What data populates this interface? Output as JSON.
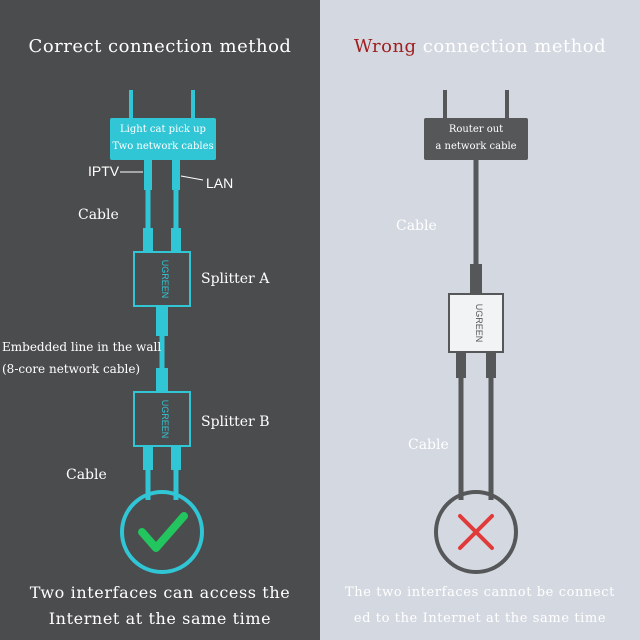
{
  "left": {
    "title": "Correct connection method",
    "router_box": {
      "line1": "Light cat pick up",
      "line2": "Two network cables"
    },
    "port_label_left": "IPTV",
    "port_label_right": "LAN",
    "cable_top": "Cable",
    "splitter_a": "Splitter A",
    "splitter_brand": "UGREEN",
    "embedded_line1": "Embedded line in the wall",
    "embedded_line2": "(8-core network cable)",
    "splitter_b": "Splitter B",
    "cable_bottom": "Cable",
    "result_line1": "Two interfaces can access the",
    "result_line2": "Internet at the same time",
    "accent_color": "#31c6d6",
    "check_color": "#22c55e"
  },
  "right": {
    "title_wrong": "Wrong",
    "title_rest": " connection method",
    "router_box": {
      "line1": "Router out",
      "line2": "a network cable"
    },
    "cable_top": "Cable",
    "splitter_brand": "UGREEN",
    "cable_bottom": "Cable",
    "result_line1": "The two interfaces cannot be connect",
    "result_line2": "ed to the Internet at the same time",
    "wrong_color": "#a11e1e",
    "cross_color": "#e03a3a"
  }
}
